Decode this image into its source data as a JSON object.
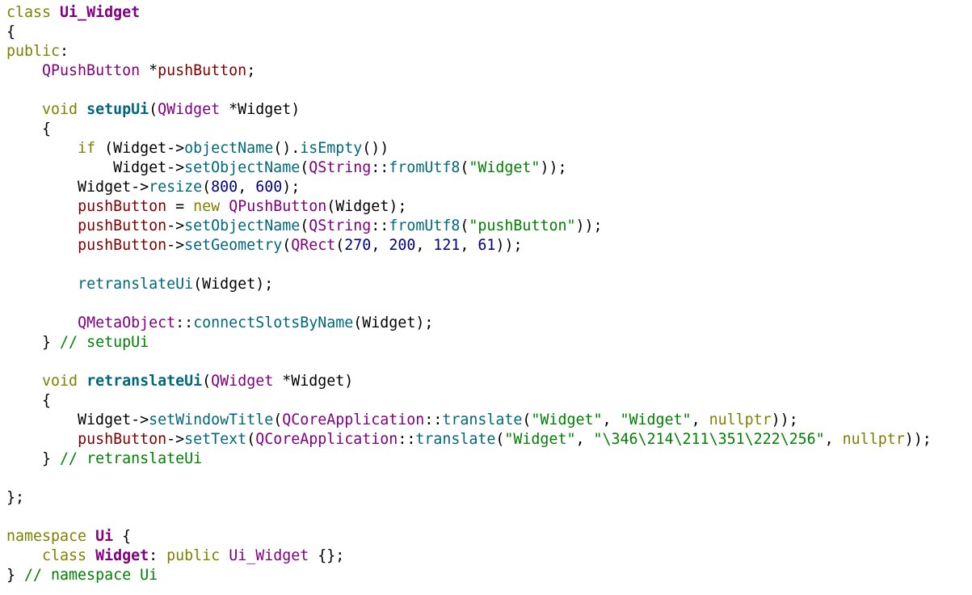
{
  "theme": {
    "background": "#ffffff",
    "text": "#000000",
    "keyword": "#808000",
    "type": "#800080",
    "function": "#00677c",
    "number": "#000080",
    "string": "#008000",
    "member": "#800000",
    "comment": "#008000"
  },
  "code_lines": [
    [
      {
        "t": "class ",
        "c": "kw"
      },
      {
        "t": "Ui_Widget",
        "c": "cls"
      }
    ],
    [
      {
        "t": "{",
        "c": "pl"
      }
    ],
    [
      {
        "t": "public",
        "c": "kw"
      },
      {
        "t": ":",
        "c": "pl"
      }
    ],
    [
      {
        "t": "    ",
        "c": "pl"
      },
      {
        "t": "QPushButton",
        "c": "type"
      },
      {
        "t": " *",
        "c": "pl"
      },
      {
        "t": "pushButton",
        "c": "var"
      },
      {
        "t": ";",
        "c": "pl"
      }
    ],
    [],
    [
      {
        "t": "    ",
        "c": "pl"
      },
      {
        "t": "void ",
        "c": "kw"
      },
      {
        "t": "setupUi",
        "c": "fnb"
      },
      {
        "t": "(",
        "c": "pl"
      },
      {
        "t": "QWidget",
        "c": "type"
      },
      {
        "t": " *Widget)",
        "c": "pl"
      }
    ],
    [
      {
        "t": "    {",
        "c": "pl"
      }
    ],
    [
      {
        "t": "        ",
        "c": "pl"
      },
      {
        "t": "if",
        "c": "kw"
      },
      {
        "t": " (Widget->",
        "c": "pl"
      },
      {
        "t": "objectName",
        "c": "fn"
      },
      {
        "t": "().",
        "c": "pl"
      },
      {
        "t": "isEmpty",
        "c": "fn"
      },
      {
        "t": "())",
        "c": "pl"
      }
    ],
    [
      {
        "t": "            Widget->",
        "c": "pl"
      },
      {
        "t": "setObjectName",
        "c": "fn"
      },
      {
        "t": "(",
        "c": "pl"
      },
      {
        "t": "QString",
        "c": "type"
      },
      {
        "t": "::",
        "c": "pl"
      },
      {
        "t": "fromUtf8",
        "c": "fn"
      },
      {
        "t": "(",
        "c": "pl"
      },
      {
        "t": "\"Widget\"",
        "c": "str"
      },
      {
        "t": "));",
        "c": "pl"
      }
    ],
    [
      {
        "t": "        Widget->",
        "c": "pl"
      },
      {
        "t": "resize",
        "c": "fn"
      },
      {
        "t": "(",
        "c": "pl"
      },
      {
        "t": "800",
        "c": "num"
      },
      {
        "t": ", ",
        "c": "pl"
      },
      {
        "t": "600",
        "c": "num"
      },
      {
        "t": ");",
        "c": "pl"
      }
    ],
    [
      {
        "t": "        ",
        "c": "pl"
      },
      {
        "t": "pushButton",
        "c": "var"
      },
      {
        "t": " = ",
        "c": "pl"
      },
      {
        "t": "new",
        "c": "kw"
      },
      {
        "t": " ",
        "c": "pl"
      },
      {
        "t": "QPushButton",
        "c": "type"
      },
      {
        "t": "(Widget);",
        "c": "pl"
      }
    ],
    [
      {
        "t": "        ",
        "c": "pl"
      },
      {
        "t": "pushButton",
        "c": "var"
      },
      {
        "t": "->",
        "c": "pl"
      },
      {
        "t": "setObjectName",
        "c": "fn"
      },
      {
        "t": "(",
        "c": "pl"
      },
      {
        "t": "QString",
        "c": "type"
      },
      {
        "t": "::",
        "c": "pl"
      },
      {
        "t": "fromUtf8",
        "c": "fn"
      },
      {
        "t": "(",
        "c": "pl"
      },
      {
        "t": "\"pushButton\"",
        "c": "str"
      },
      {
        "t": "));",
        "c": "pl"
      }
    ],
    [
      {
        "t": "        ",
        "c": "pl"
      },
      {
        "t": "pushButton",
        "c": "var"
      },
      {
        "t": "->",
        "c": "pl"
      },
      {
        "t": "setGeometry",
        "c": "fn"
      },
      {
        "t": "(",
        "c": "pl"
      },
      {
        "t": "QRect",
        "c": "type"
      },
      {
        "t": "(",
        "c": "pl"
      },
      {
        "t": "270",
        "c": "num"
      },
      {
        "t": ", ",
        "c": "pl"
      },
      {
        "t": "200",
        "c": "num"
      },
      {
        "t": ", ",
        "c": "pl"
      },
      {
        "t": "121",
        "c": "num"
      },
      {
        "t": ", ",
        "c": "pl"
      },
      {
        "t": "61",
        "c": "num"
      },
      {
        "t": "));",
        "c": "pl"
      }
    ],
    [],
    [
      {
        "t": "        ",
        "c": "pl"
      },
      {
        "t": "retranslateUi",
        "c": "fn"
      },
      {
        "t": "(Widget);",
        "c": "pl"
      }
    ],
    [],
    [
      {
        "t": "        ",
        "c": "pl"
      },
      {
        "t": "QMetaObject",
        "c": "type"
      },
      {
        "t": "::",
        "c": "pl"
      },
      {
        "t": "connectSlotsByName",
        "c": "fn"
      },
      {
        "t": "(Widget);",
        "c": "pl"
      }
    ],
    [
      {
        "t": "    } ",
        "c": "pl"
      },
      {
        "t": "// setupUi",
        "c": "cmt"
      }
    ],
    [],
    [
      {
        "t": "    ",
        "c": "pl"
      },
      {
        "t": "void ",
        "c": "kw"
      },
      {
        "t": "retranslateUi",
        "c": "fnb"
      },
      {
        "t": "(",
        "c": "pl"
      },
      {
        "t": "QWidget",
        "c": "type"
      },
      {
        "t": " *Widget)",
        "c": "pl"
      }
    ],
    [
      {
        "t": "    {",
        "c": "pl"
      }
    ],
    [
      {
        "t": "        Widget->",
        "c": "pl"
      },
      {
        "t": "setWindowTitle",
        "c": "fn"
      },
      {
        "t": "(",
        "c": "pl"
      },
      {
        "t": "QCoreApplication",
        "c": "type"
      },
      {
        "t": "::",
        "c": "pl"
      },
      {
        "t": "translate",
        "c": "fn"
      },
      {
        "t": "(",
        "c": "pl"
      },
      {
        "t": "\"Widget\"",
        "c": "str"
      },
      {
        "t": ", ",
        "c": "pl"
      },
      {
        "t": "\"Widget\"",
        "c": "str"
      },
      {
        "t": ", ",
        "c": "pl"
      },
      {
        "t": "nullptr",
        "c": "kw"
      },
      {
        "t": "));",
        "c": "pl"
      }
    ],
    [
      {
        "t": "        ",
        "c": "pl"
      },
      {
        "t": "pushButton",
        "c": "var"
      },
      {
        "t": "->",
        "c": "pl"
      },
      {
        "t": "setText",
        "c": "fn"
      },
      {
        "t": "(",
        "c": "pl"
      },
      {
        "t": "QCoreApplication",
        "c": "type"
      },
      {
        "t": "::",
        "c": "pl"
      },
      {
        "t": "translate",
        "c": "fn"
      },
      {
        "t": "(",
        "c": "pl"
      },
      {
        "t": "\"Widget\"",
        "c": "str"
      },
      {
        "t": ", ",
        "c": "pl"
      },
      {
        "t": "\"\\346\\214\\211\\351\\222\\256\"",
        "c": "str"
      },
      {
        "t": ", ",
        "c": "pl"
      },
      {
        "t": "nullptr",
        "c": "kw"
      },
      {
        "t": "));",
        "c": "pl"
      }
    ],
    [
      {
        "t": "    } ",
        "c": "pl"
      },
      {
        "t": "// retranslateUi",
        "c": "cmt"
      }
    ],
    [],
    [
      {
        "t": "};",
        "c": "pl"
      }
    ],
    [],
    [
      {
        "t": "namespace ",
        "c": "kw"
      },
      {
        "t": "Ui",
        "c": "cls"
      },
      {
        "t": " {",
        "c": "pl"
      }
    ],
    [
      {
        "t": "    ",
        "c": "pl"
      },
      {
        "t": "class ",
        "c": "kw"
      },
      {
        "t": "Widget",
        "c": "cls"
      },
      {
        "t": ": ",
        "c": "pl"
      },
      {
        "t": "public",
        "c": "kw"
      },
      {
        "t": " ",
        "c": "pl"
      },
      {
        "t": "Ui_Widget",
        "c": "type"
      },
      {
        "t": " {};",
        "c": "pl"
      }
    ],
    [
      {
        "t": "} ",
        "c": "pl"
      },
      {
        "t": "// namespace Ui",
        "c": "cmt"
      }
    ]
  ]
}
